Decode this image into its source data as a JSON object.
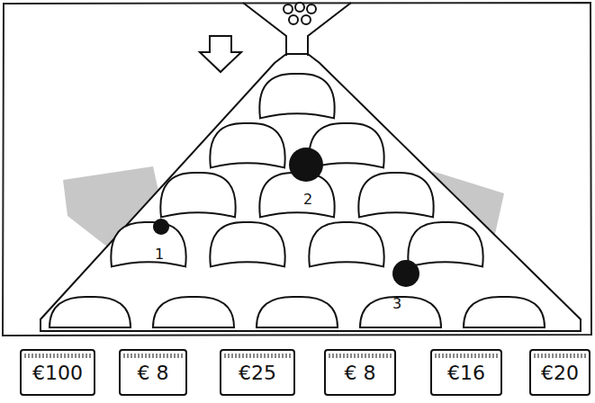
{
  "diagram": {
    "nodes": [
      {
        "text": [
          "€100"
        ]
      },
      {
        "text": [
          "€ 8"
        ]
      },
      {
        "text": [
          "€25"
        ]
      },
      {
        "text": [
          "€ 8"
        ]
      },
      {
        "text": [
          "€16"
        ]
      },
      {
        "text": [
          "€20"
        ]
      }
    ],
    "labels": [
      "1",
      "2",
      "3"
    ]
  }
}
